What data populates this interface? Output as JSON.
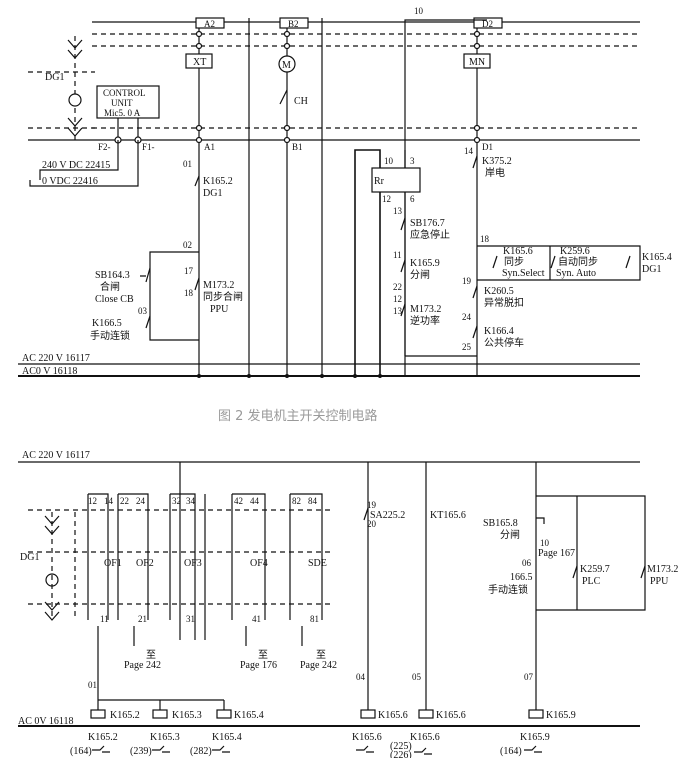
{
  "top": {
    "nodes": {
      "a2": "A2",
      "b2": "B2",
      "n10": "10",
      "d2": "D2",
      "a1": "A1",
      "b1": "B1",
      "d1": "D1",
      "f2": "F2-",
      "f1": "F1-"
    },
    "dg1": "DG1",
    "xt": "XT",
    "motor": "M",
    "ch": "CH",
    "mn": "MN",
    "control_unit": [
      "CONTROL",
      "UNIT",
      "Mic5. 0 A"
    ],
    "volt1": "240 V DC 22415",
    "volt2": "0 VDC 22416",
    "k1652": [
      "01",
      "K165.2",
      "DG1"
    ],
    "n02": "02",
    "sb164": [
      "SB164.3",
      "合闸",
      "Close CB"
    ],
    "m173": [
      "17",
      "M173.2",
      "18",
      "同步合闸",
      "PPU"
    ],
    "k166": [
      "03",
      "K166.5",
      "手动连锁"
    ],
    "rr": "Rr",
    "rr_nums": [
      "10",
      "3",
      "12",
      "6"
    ],
    "sb176": [
      "13",
      "SB176.7",
      "应急停止"
    ],
    "k1659": [
      "11",
      "K165.9",
      "分闸"
    ],
    "m173b": [
      "22",
      "12",
      "M173.2",
      "13",
      "逆功率"
    ],
    "k375": [
      "14",
      "K375.2",
      "岸电"
    ],
    "n18": "18",
    "n19": "19",
    "k1656": [
      "K165.6",
      "同步",
      "Syn.Select"
    ],
    "k2596": [
      "K259.6",
      "自动同步",
      "Syn. Auto"
    ],
    "k1654": [
      "K165.4",
      "DG1"
    ],
    "k2605": [
      "K260.5",
      "异常脱扣"
    ],
    "k1664": [
      "24",
      "K166.4",
      "公共停车",
      "25"
    ],
    "ac220": "AC 220 V 16117",
    "ac0": "AC0 V 16118"
  },
  "caption": "图 2  发电机主开关控制电路",
  "bottom": {
    "ac220": "AC 220 V 16117",
    "ac0": "AC 0V 16118",
    "dg1": "DG1",
    "top_nums": [
      "12",
      "14",
      "22",
      "24",
      "32",
      "34",
      "42",
      "44",
      "82",
      "84"
    ],
    "of": [
      "OF1",
      "OF2",
      "OF3",
      "OF4",
      "SDE"
    ],
    "bot_nums": [
      "11",
      "21",
      "31",
      "41",
      "81"
    ],
    "to": [
      [
        "至",
        "Page 242"
      ],
      [
        "至",
        "Page 176"
      ],
      [
        "至",
        "Page 242"
      ]
    ],
    "sa225": [
      "19",
      "SA225.2",
      "20"
    ],
    "kt": "KT165.6",
    "sb165": [
      "SB165.8",
      "分闸",
      "10",
      "Page 167",
      "06",
      "166.5",
      "手动连锁"
    ],
    "k2597": [
      "K259.7",
      "PLC"
    ],
    "m1732": [
      "M173.2",
      "PPU"
    ],
    "wires": [
      "01",
      "04",
      "05",
      "07"
    ],
    "coils": [
      "K165.2",
      "K165.3",
      "K165.4",
      "K165.6",
      "K165.6",
      "K165.9"
    ],
    "contacts": [
      [
        "K165.2",
        "(164)"
      ],
      [
        "K165.3",
        "(239)"
      ],
      [
        "K165.4",
        "(282)"
      ],
      [
        "K165.6",
        ""
      ],
      [
        "K165.6",
        "(225)",
        "(226)"
      ],
      [
        "K165.9",
        "(164)"
      ]
    ]
  }
}
